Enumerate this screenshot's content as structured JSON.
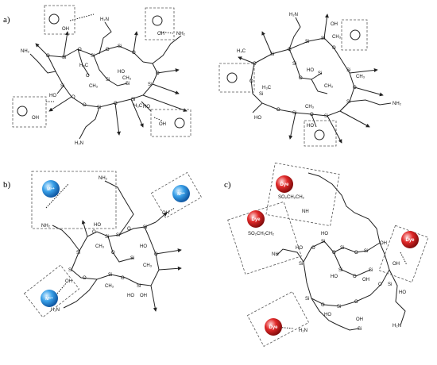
{
  "panels": {
    "a": "a)",
    "b": "b)",
    "c": "c)"
  },
  "atoms": {
    "si": "Si",
    "o": "O",
    "ho": "HO",
    "oh": "OH",
    "h3c": "H₃C",
    "ch3": "CH₃",
    "h2n": "H₂N",
    "nh2": "NH₂",
    "nh": "NH",
    "so2": "SO₂CH₂CH₂"
  },
  "labels": {
    "metal": "Mⁿ⁺",
    "dye": "Dye"
  },
  "colors": {
    "metal": "#2f8fd8",
    "dye": "#d42020"
  }
}
